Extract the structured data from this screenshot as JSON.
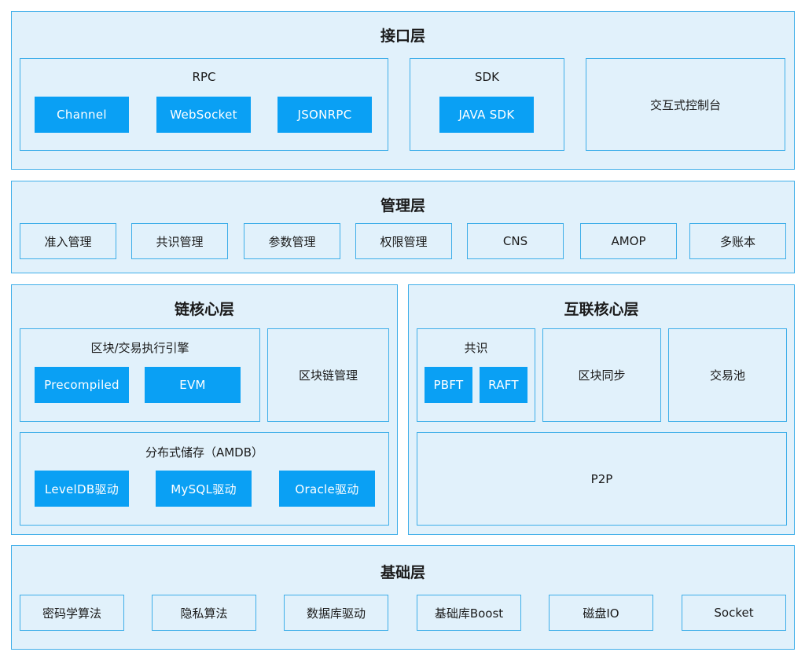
{
  "interface_layer": {
    "title": "接口层",
    "rpc": {
      "label": "RPC",
      "items": [
        "Channel",
        "WebSocket",
        "JSONRPC"
      ]
    },
    "sdk": {
      "label": "SDK",
      "items": [
        "JAVA SDK"
      ]
    },
    "console": "交互式控制台"
  },
  "management_layer": {
    "title": "管理层",
    "items": [
      "准入管理",
      "共识管理",
      "参数管理",
      "权限管理",
      "CNS",
      "AMOP",
      "多账本"
    ]
  },
  "chain_core_layer": {
    "title": "链核心层",
    "engine": {
      "label": "区块/交易执行引擎",
      "items": [
        "Precompiled",
        "EVM"
      ]
    },
    "chain_mgmt": "区块链管理",
    "storage": {
      "label": "分布式储存（AMDB）",
      "items": [
        "LevelDB驱动",
        "MySQL驱动",
        "Oracle驱动"
      ]
    }
  },
  "network_core_layer": {
    "title": "互联核心层",
    "consensus": {
      "label": "共识",
      "items": [
        "PBFT",
        "RAFT"
      ]
    },
    "block_sync": "区块同步",
    "tx_pool": "交易池",
    "p2p": "P2P"
  },
  "base_layer": {
    "title": "基础层",
    "items": [
      "密码学算法",
      "隐私算法",
      "数据库驱动",
      "基础库Boost",
      "磁盘IO",
      "Socket"
    ]
  }
}
